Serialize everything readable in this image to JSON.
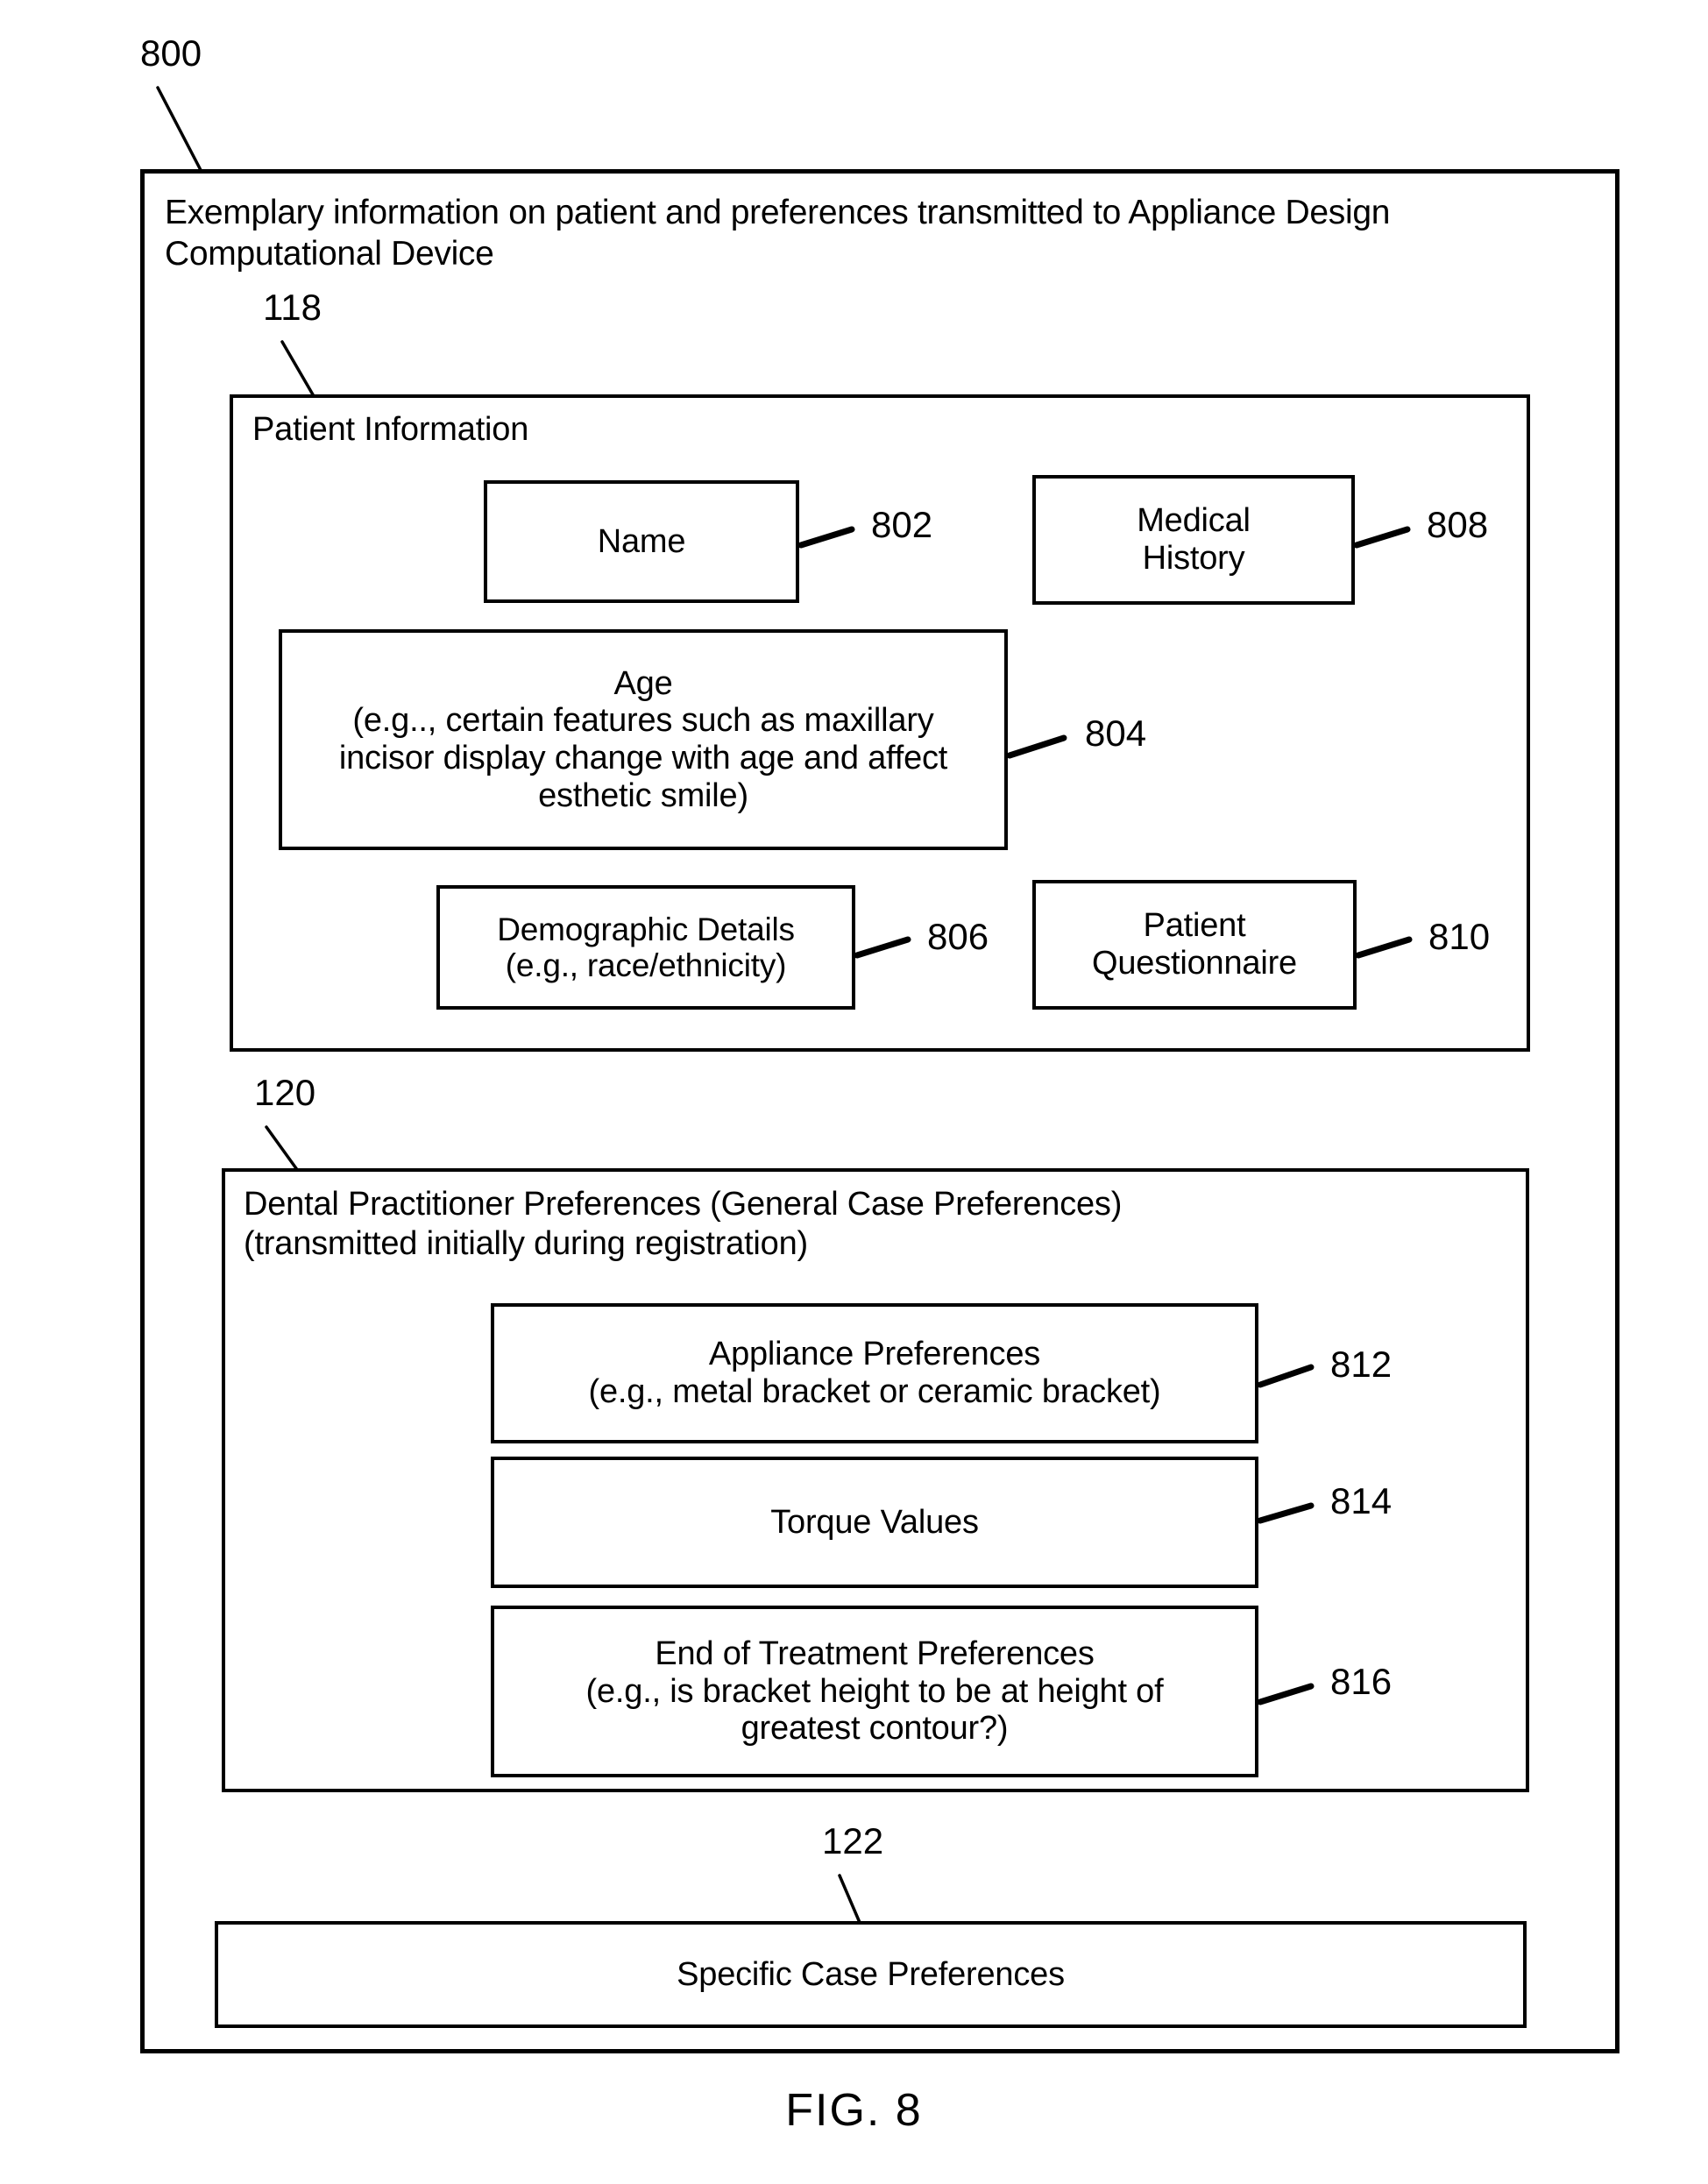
{
  "figure": {
    "number_ref": "800",
    "caption": "FIG. 8",
    "title": "Exemplary information on patient and preferences transmitted to Appliance Design\nComputational Device"
  },
  "patient_information": {
    "ref": "118",
    "heading": "Patient Information",
    "items": [
      {
        "ref": "802",
        "label_lines": [
          "Name"
        ]
      },
      {
        "ref": "808",
        "label_lines": [
          "Medical",
          "History"
        ]
      },
      {
        "ref": "804",
        "label_lines": [
          "Age",
          "(e.g.., certain features such as maxillary",
          "incisor display change with age and affect",
          "esthetic smile)"
        ]
      },
      {
        "ref": "806",
        "label_lines": [
          "Demographic Details",
          "(e.g., race/ethnicity)"
        ]
      },
      {
        "ref": "810",
        "label_lines": [
          "Patient",
          "Questionnaire"
        ]
      }
    ]
  },
  "practitioner_preferences": {
    "ref": "120",
    "heading": "Dental Practitioner Preferences (General Case Preferences)\n(transmitted initially during registration)",
    "items": [
      {
        "ref": "812",
        "label_lines": [
          "Appliance Preferences",
          "(e.g., metal bracket or ceramic bracket)"
        ]
      },
      {
        "ref": "814",
        "label_lines": [
          "Torque Values"
        ]
      },
      {
        "ref": "816",
        "label_lines": [
          "End of Treatment Preferences",
          "(e.g., is bracket height to be at height of",
          "greatest contour?)"
        ]
      }
    ]
  },
  "specific_case_preferences": {
    "ref": "122",
    "label_lines": [
      "Specific Case Preferences"
    ]
  },
  "colors": {
    "ink": "#000000",
    "paper": "#ffffff"
  }
}
